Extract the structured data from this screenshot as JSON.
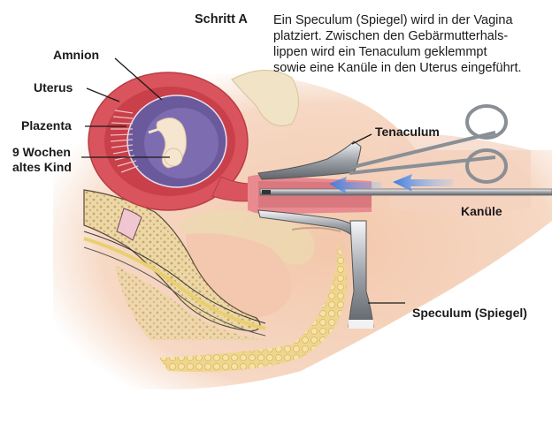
{
  "step": {
    "title": "Schritt A",
    "lines": [
      "Ein Speculum (Spiegel) wird in der Vagina",
      "platziert. Zwischen den Gebärmutterhals-",
      "lippen wird ein Tenaculum geklemmpt",
      "sowie eine Kanüle in den Uterus eingeführt."
    ]
  },
  "labels": {
    "amnion": "Amnion",
    "uterus": "Uterus",
    "plazenta": "Plazenta",
    "kind_line1": "9 Wochen",
    "kind_line2": "altes Kind",
    "tenaculum": "Tenaculum",
    "kanule": "Kanüle",
    "speculum": "Speculum (Spiegel)"
  },
  "colors": {
    "uterus_wall": "#d9545c",
    "amnion": "#6a5a9c",
    "skin": "#f2c9b0",
    "bone": "#e8cf9a",
    "steel": "#b8bcc2",
    "arrow": "#4a86e8"
  }
}
